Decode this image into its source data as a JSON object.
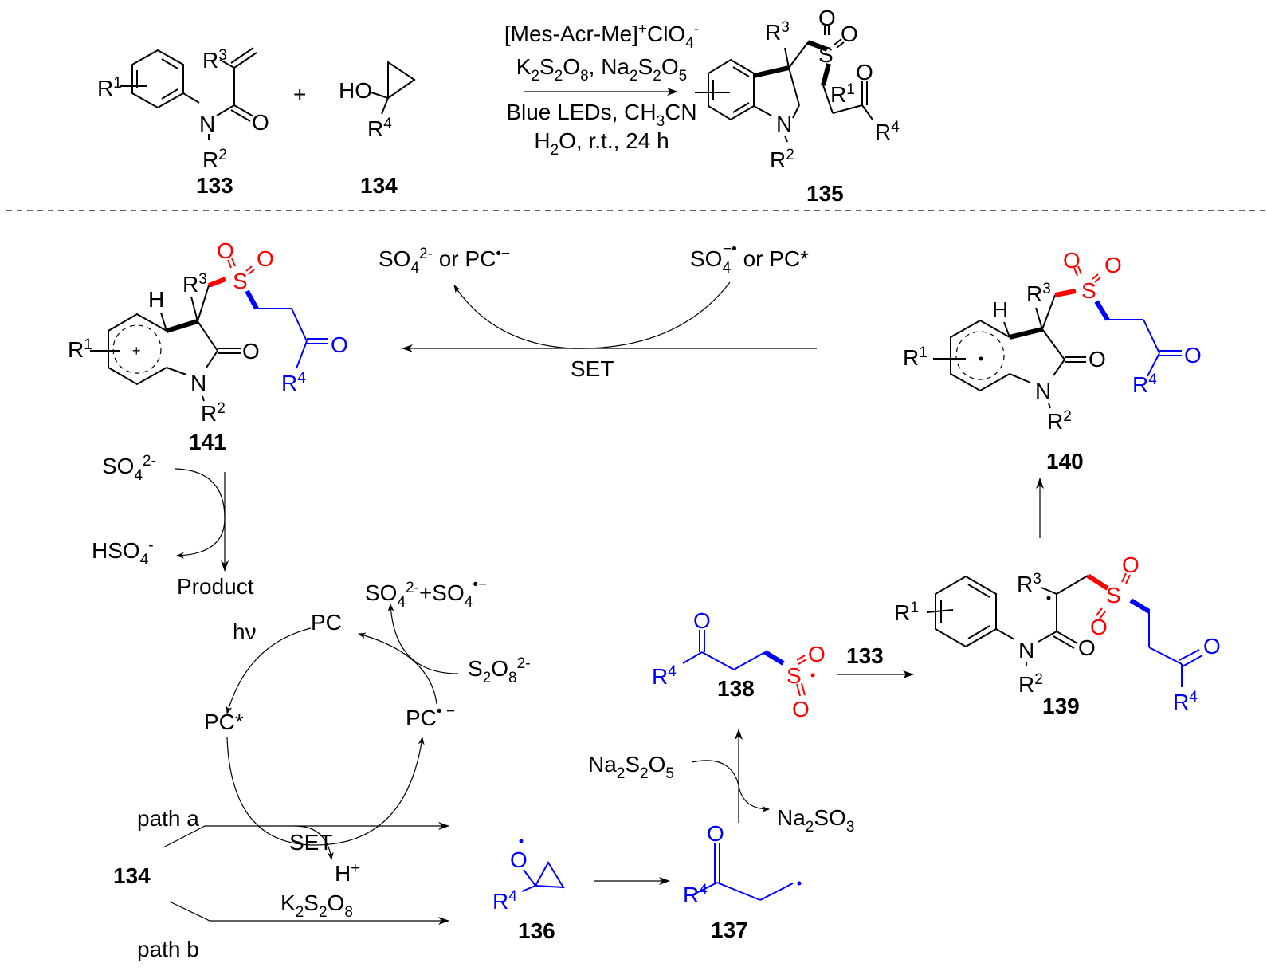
{
  "colors": {
    "highlight_sulfonyl": "#ff0000",
    "highlight_ketone_chain": "#0000ff",
    "ink": "#000000"
  },
  "top_scheme": {
    "reactant_1": {
      "label": "133",
      "substituents": [
        "R1",
        "R2",
        "R3"
      ],
      "atoms": [
        "N",
        "O"
      ]
    },
    "plus": "+",
    "reactant_2": {
      "label": "134",
      "hydroxy": "HO",
      "substituent": "R4"
    },
    "conditions_above": [
      "[Mes-Acr-Me]+ClO4-",
      "K2S2O8, Na2S2O5"
    ],
    "conditions_below": [
      "Blue LEDs, CH3CN",
      "H2O, r.t., 24 h"
    ],
    "product": {
      "label": "135",
      "substituents": [
        "R1",
        "R2",
        "R3",
        "R4"
      ],
      "atoms": [
        "N",
        "S",
        "O",
        "O",
        "O"
      ]
    }
  },
  "mechanism": {
    "compound_141": {
      "label": "141",
      "charge": "+",
      "H": "H"
    },
    "compound_140": {
      "label": "140",
      "radical": "•",
      "H": "H"
    },
    "set_top": {
      "left_species": "SO42- or PC•−",
      "right_species": "SO4−• or PC*",
      "label": "SET"
    },
    "deprotonation": {
      "in": "SO42-",
      "out": "HSO4-",
      "product": "Product"
    },
    "photocycle": {
      "pc": "PC",
      "pc_excited": "PC*",
      "pc_radical_anion": "PC•−",
      "light": "hν",
      "oxidant_in": "S2O82-",
      "oxidant_out": "SO42-+SO4•−"
    },
    "initiation": {
      "start": "134",
      "path_a": "path a",
      "path_a_step": "SET",
      "path_a_byproduct": "H+",
      "path_b": "path b",
      "path_b_reagent": "K2S2O8"
    },
    "compound_136": {
      "label": "136"
    },
    "compound_137": {
      "label": "137"
    },
    "so2_insertion": {
      "reagent_in": "Na2S2O5",
      "reagent_out": "Na2SO3"
    },
    "compound_138": {
      "label": "138"
    },
    "addition": {
      "reagent": "133"
    },
    "compound_139": {
      "label": "139"
    }
  }
}
